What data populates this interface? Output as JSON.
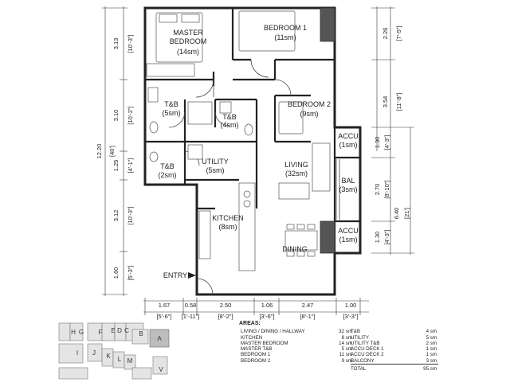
{
  "rooms": [
    {
      "id": "master",
      "lines": [
        "MASTER",
        "BEDROOM"
      ],
      "area": "(14sm)"
    },
    {
      "id": "bed1",
      "lines": [
        "BEDROOM 1"
      ],
      "area": "(11sm)"
    },
    {
      "id": "bed2",
      "lines": [
        "BEDROOM 2"
      ],
      "area": "(9sm)"
    },
    {
      "id": "tb1",
      "lines": [
        "T&B"
      ],
      "area": "(5sm)"
    },
    {
      "id": "tb2",
      "lines": [
        "T&B"
      ],
      "area": "(4sm)"
    },
    {
      "id": "tb3",
      "lines": [
        "T&B"
      ],
      "area": "(2sm)"
    },
    {
      "id": "utility",
      "lines": [
        "UTILITY"
      ],
      "area": "(5sm)"
    },
    {
      "id": "living",
      "lines": [
        "LIVING"
      ],
      "area": "(32sm)"
    },
    {
      "id": "kitchen",
      "lines": [
        "KITCHEN"
      ],
      "area": "(8sm)"
    },
    {
      "id": "dining",
      "lines": [
        "DINING"
      ],
      "area": ""
    },
    {
      "id": "accu1",
      "lines": [
        "ACCU"
      ],
      "area": "(1sm)"
    },
    {
      "id": "bal",
      "lines": [
        "BAL"
      ],
      "area": "(3sm)"
    },
    {
      "id": "accu2",
      "lines": [
        "ACCU"
      ],
      "area": "(1sm)"
    }
  ],
  "entry_label": "ENTRY",
  "dims_bottom": [
    {
      "m": "1.67",
      "ft": "[5'-6\"]"
    },
    {
      "m": "0.58",
      "ft": "[1'-11\"]"
    },
    {
      "m": "2.50",
      "ft": "[8'-2\"]"
    },
    {
      "m": "1.06",
      "ft": "[3'-6\"]"
    },
    {
      "m": "2.47",
      "ft": "[8'-1\"]"
    },
    {
      "m": "1.00",
      "ft": "[3'-3\"]"
    }
  ],
  "dims_left": [
    {
      "m": "3.13",
      "ft": "[10'-3\"]"
    },
    {
      "m": "3.10",
      "ft": "[10'-2\"]"
    },
    {
      "m": "1.25",
      "ft": "[4'-1\"]"
    },
    {
      "m": "3.12",
      "ft": "[10'-3\"]"
    },
    {
      "m": "1.60",
      "ft": "[5'-3\"]"
    }
  ],
  "dim_left_total": {
    "m": "12.20",
    "ft": "[40']"
  },
  "dims_right": [
    {
      "m": "2.26",
      "ft": "[7'-5\"]"
    },
    {
      "m": "3.54",
      "ft": "[11'-8\"]"
    }
  ],
  "dims_right2": [
    {
      "m": "1.30",
      "ft": "[4'-3\"]"
    },
    {
      "m": "2.70",
      "ft": "[8'-10\"]"
    },
    {
      "m": "1.30",
      "ft": "[4'-3\"]"
    }
  ],
  "dim_right_total": {
    "m": "6.40",
    "ft": "[21']"
  },
  "key_plan": {
    "labels": [
      "H",
      "G",
      "F",
      "E",
      "D",
      "C",
      "B",
      "A",
      "I",
      "J",
      "K",
      "L",
      "M",
      "V"
    ],
    "highlighted": "A"
  },
  "areas": {
    "title": "AREAS:",
    "left": [
      {
        "name": "LIVING / DINING / HALLWAY",
        "value": "32 sm"
      },
      {
        "name": "KITCHEN",
        "value": "8 sm"
      },
      {
        "name": "MASTER BEDROOM",
        "value": "14 sm"
      },
      {
        "name": "MASTER T&B",
        "value": "5 sm"
      },
      {
        "name": "BEDROOM 1",
        "value": "11 sm"
      },
      {
        "name": "BEDROOM 2",
        "value": "9 sm"
      }
    ],
    "right": [
      {
        "name": "T&B",
        "value": "4 sm"
      },
      {
        "name": "UTILITY",
        "value": "5 sm"
      },
      {
        "name": "UTILITY T&B",
        "value": "2 sm"
      },
      {
        "name": "ACCU DECK 1",
        "value": "1 sm"
      },
      {
        "name": "ACCU DECK 2",
        "value": "1 sm"
      },
      {
        "name": "BALCONY",
        "value": "3 sm"
      }
    ],
    "total_label": "TOTAL",
    "total_value": "95 sm"
  }
}
